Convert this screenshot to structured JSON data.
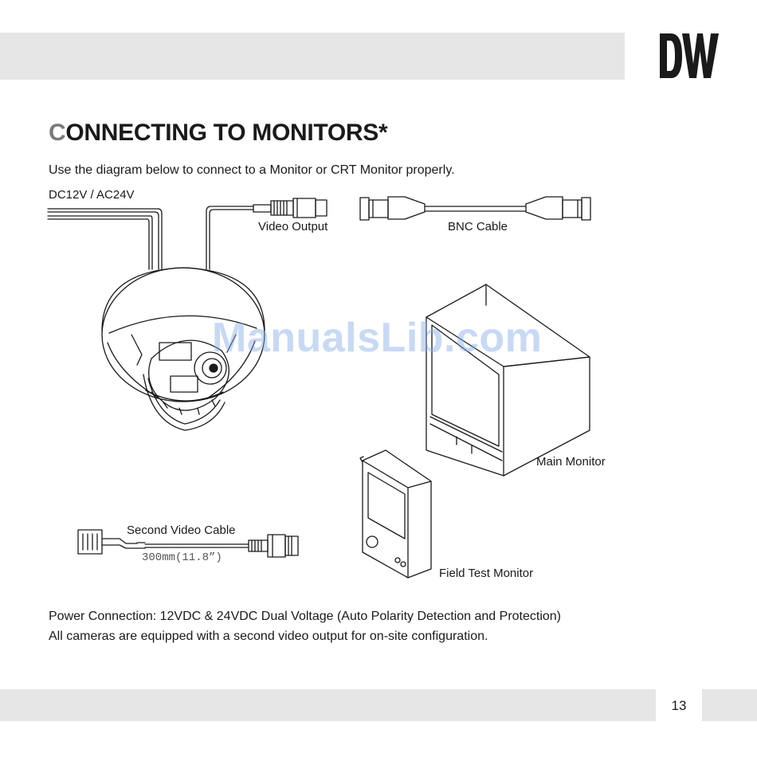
{
  "header": {
    "logo_text": "DW"
  },
  "title": {
    "first_letter": "C",
    "rest": "ONNECTING TO MONITORS*"
  },
  "intro": "Use the diagram below to connect to a Monitor or CRT Monitor properly.",
  "diagram": {
    "power_label": "DC12V / AC24V",
    "video_output_label": "Video Output",
    "bnc_cable_label": "BNC Cable",
    "main_monitor_label": "Main Monitor",
    "second_cable_label": "Second Video Cable",
    "second_cable_length": "300mm(11.8”)",
    "field_monitor_label": "Field Test Monitor",
    "watermark": "ManualsLib.com"
  },
  "notes": {
    "power": "Power Connection: 12VDC & 24VDC Dual Voltage (Auto Polarity Detection and Protection)",
    "second_output": "All cameras are equipped with a second video output for on-site configuration."
  },
  "footer": {
    "page_number": "13"
  }
}
